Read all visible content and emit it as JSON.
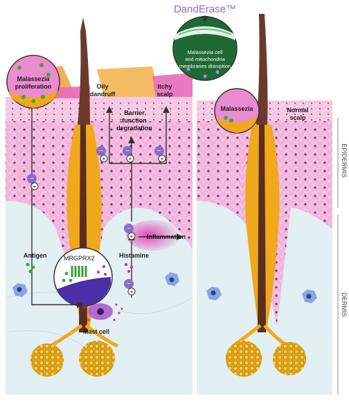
{
  "product": {
    "name": "DandErase™",
    "bubble_line1": "Malassezia cell",
    "bubble_line2": "and mitochondria",
    "bubble_line3": "membranes disruption"
  },
  "labels": {
    "malassezia_proliferation_1": "Malassezia",
    "malassezia_proliferation_2": "proliferation",
    "oily_dandruff_1": "Oily",
    "oily_dandruff_2": "dandruff",
    "itchy_scalp_1": "Itchy",
    "itchy_scalp_2": "scalp",
    "barrier_1": "Barrier",
    "barrier_2": "function",
    "barrier_3": "degradation",
    "antigen": "Antigen",
    "mrgprx2": "MRGPRX2",
    "histamine": "Histamine",
    "inflammation": "Inflammation",
    "mast_cell": "Mast cell",
    "malassezia": "Malassezia",
    "normal_scalp_1": "Normal",
    "normal_scalp_2": "scalp",
    "epidermis": "EPIDERMIS",
    "dermis": "DERMIS"
  },
  "colors": {
    "skin_pink": "#f3b6dc",
    "cell_pink": "#e98ccd",
    "dermis": "#dfeef2",
    "follicle": "#f0a81c",
    "magenta": "#e2199a",
    "purple": "#8a6cc8",
    "green": "#3aa83a",
    "text": "#1a1a1a"
  }
}
